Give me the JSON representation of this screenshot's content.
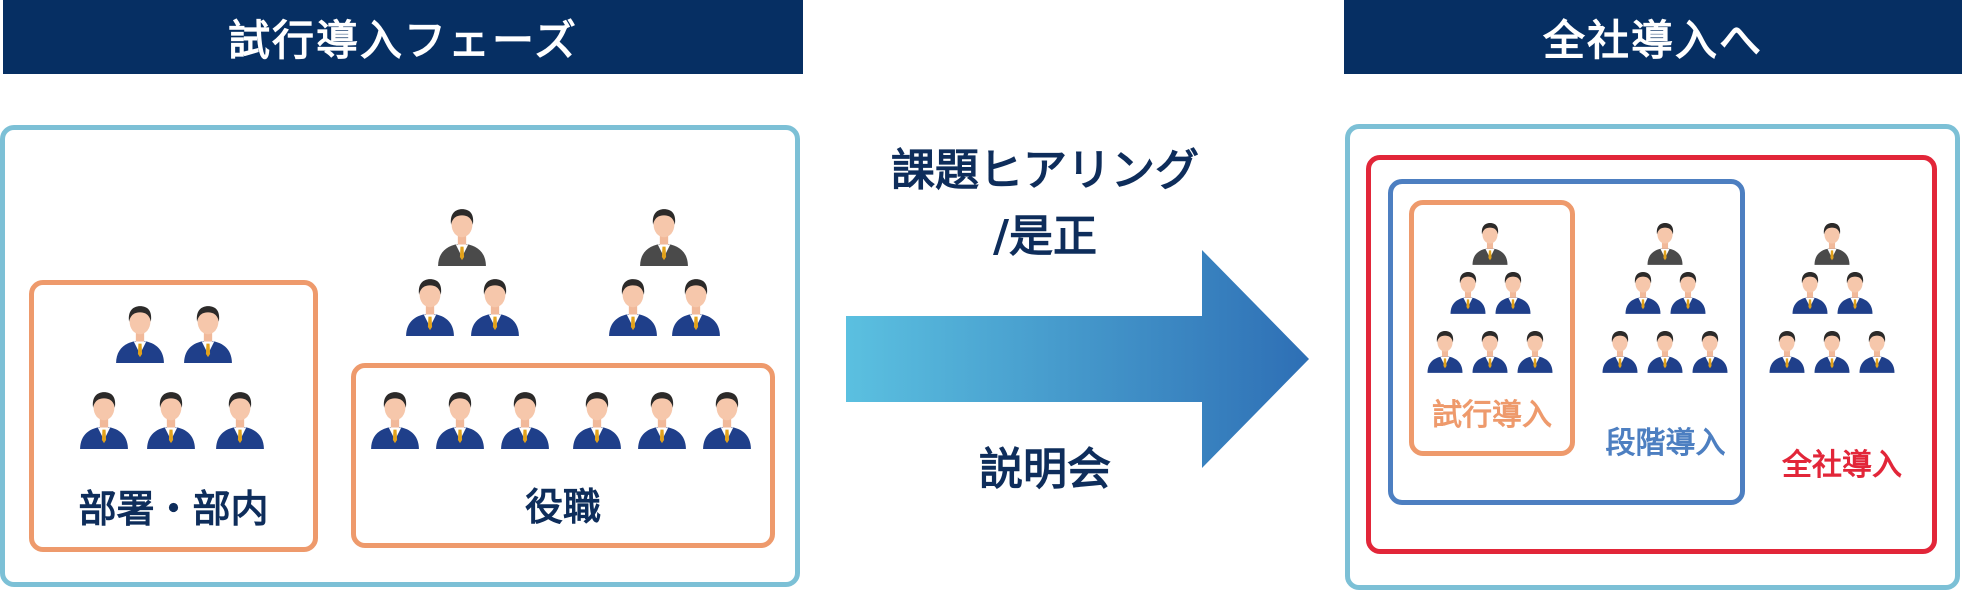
{
  "left": {
    "header": "試行導入フェーズ",
    "dept_label": "部署・部内",
    "role_label": "役職"
  },
  "middle": {
    "top_line1": "課題ヒアリング",
    "top_line2": "/是正",
    "bottom": "説明会"
  },
  "right": {
    "header": "全社導入へ",
    "trial_label": "試行導入",
    "stage_label": "段階導入",
    "company_label": "全社導入"
  },
  "colors": {
    "navy": "#062f63",
    "panel_border": "#7cc0d6",
    "orange": "#ee9a6c",
    "blue": "#4d7fc1",
    "red": "#e22639",
    "arrow_start": "#5bc0e0",
    "arrow_end": "#2e6fb5",
    "suit_blue": "#1f3f8a",
    "suit_gray": "#4a4a4a"
  },
  "icons": {
    "person": "businessperson-icon",
    "arrow": "right-arrow-icon"
  }
}
